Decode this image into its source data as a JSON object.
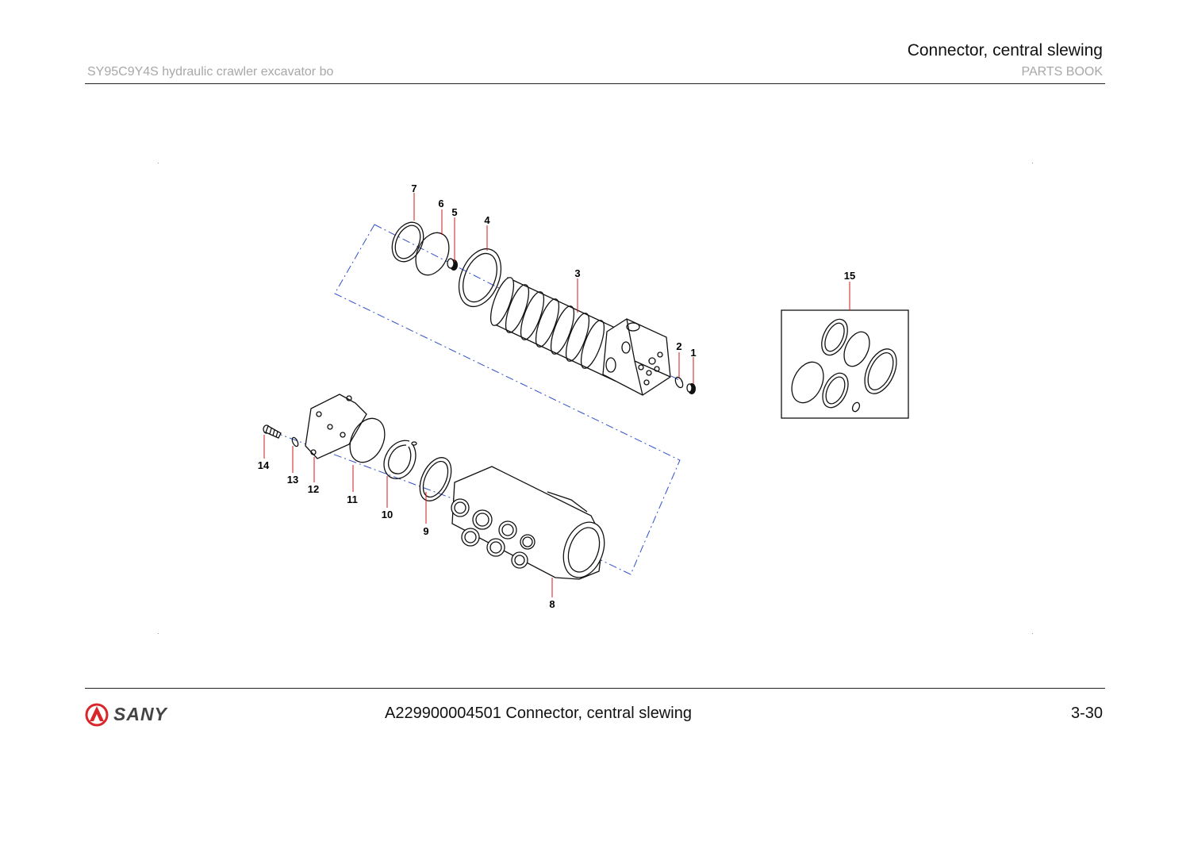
{
  "header": {
    "title": "Connector, central slewing",
    "left": "SY95C9Y4S hydraulic crawler excavator bo",
    "right": "PARTS BOOK"
  },
  "footer": {
    "brand": "SANY",
    "description": "A229900004501 Connector, central slewing",
    "page": "3-30"
  },
  "drawing": {
    "callouts": [
      "1",
      "2",
      "3",
      "4",
      "5",
      "6",
      "7",
      "8",
      "9",
      "10",
      "11",
      "12",
      "13",
      "14",
      "15"
    ]
  },
  "colors": {
    "leader": "#d01818",
    "centerline": "#3050c8",
    "logo": "#d8262b"
  }
}
